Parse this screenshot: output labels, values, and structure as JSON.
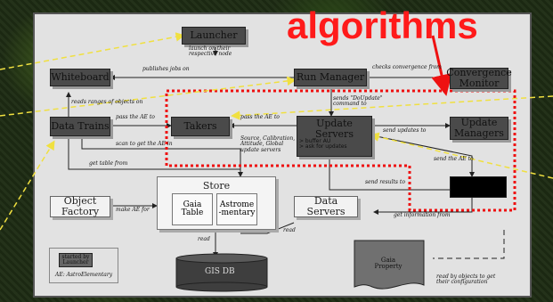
{
  "title": "algorithms",
  "nodes": {
    "launcher": "Launcher",
    "whiteboard": "Whiteboard",
    "run_manager": "Run Manager",
    "convergence_monitor": "Convergence Monitor",
    "data_trains": "Data Trains",
    "takers": "Takers",
    "update_servers": "Update Servers",
    "update_managers": "Update Managers",
    "object_factory": "Object Factory",
    "data_servers": "Data Servers",
    "store": "Store",
    "gaia_table": "Gaia Table",
    "astrometric": "Astrome -mentary",
    "gis_db": "GIS DB",
    "gaia_property": "Gaia Property"
  },
  "notes": {
    "update_servers_bullets": "> buffer AU\n> ask for updates"
  },
  "labels": {
    "launch": "launch on their\nrespective node",
    "publishes_jobs": "publishes jobs on",
    "checks_convergence": "checks convergence from",
    "reads_ranges": "reads ranges of objects on",
    "sends_dou": "sends \"DoUpdate\"\ncommand to",
    "pass_ae_1": "pass the AE to",
    "pass_ae_2": "pass the AE to",
    "source_cal": "Source, Calibration,\nAttitude, Global\nupdate servers",
    "scan_ae": "scan to get the AE in",
    "send_updates": "send updates to",
    "send_ae": "send the AE to",
    "get_table": "get table from",
    "send_results": "send results to",
    "make_ae": "make AE for",
    "get_info": "get information from",
    "read1": "read",
    "read2": "read",
    "read_by_objects": "read by objects to get\ntheir configuration",
    "legend_started": "started by\nLauncher",
    "legend_ae": "AE: AstroElementary"
  }
}
